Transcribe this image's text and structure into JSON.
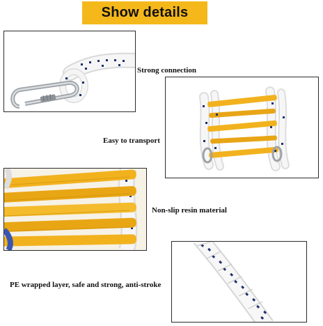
{
  "banner": {
    "title": "Show details",
    "color": "#f5b81b"
  },
  "details": [
    {
      "caption": "Strong connection",
      "image": "carabiner-hook-with-rope"
    },
    {
      "caption": "Easy to transport",
      "image": "folded-rope-ladder"
    },
    {
      "caption": "Non-slip resin material",
      "image": "yellow-resin-rungs"
    },
    {
      "caption": "PE wrapped layer, safe and strong, anti-stroke",
      "image": "braided-rope"
    }
  ],
  "colors": {
    "rung_yellow": "#f2b21e",
    "rope_white": "#f4f4f4",
    "rope_pattern": "#1f2f6b",
    "frame": "#2b2b2b"
  }
}
